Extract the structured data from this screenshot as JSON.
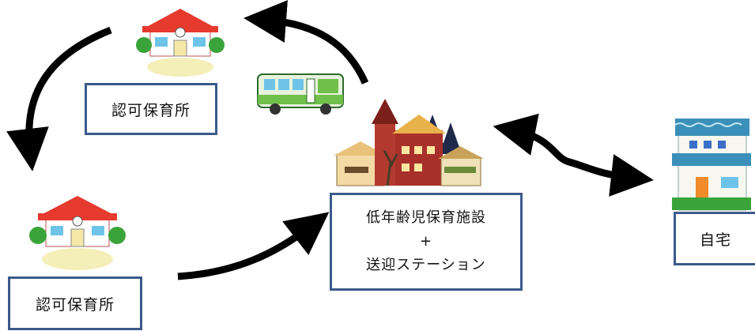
{
  "nodes": {
    "nursery_top": {
      "label": "認可保育所",
      "icon": "nursery-school-icon"
    },
    "nursery_bottom": {
      "label": "認可保育所",
      "icon": "nursery-school-icon"
    },
    "center": {
      "line1": "低年齢児保育施設",
      "line2": "+",
      "line3": "送迎ステーション",
      "icon": "town-buildings-icon"
    },
    "home": {
      "label": "自宅",
      "icon": "house-icon"
    }
  },
  "vehicle": {
    "icon": "bus-icon"
  },
  "colors": {
    "box_border": "#3b5a8a",
    "arrow": "#000000",
    "roof": "#e63a2e",
    "bus": "#6fbf4a",
    "house_roof": "#3a90b8"
  }
}
